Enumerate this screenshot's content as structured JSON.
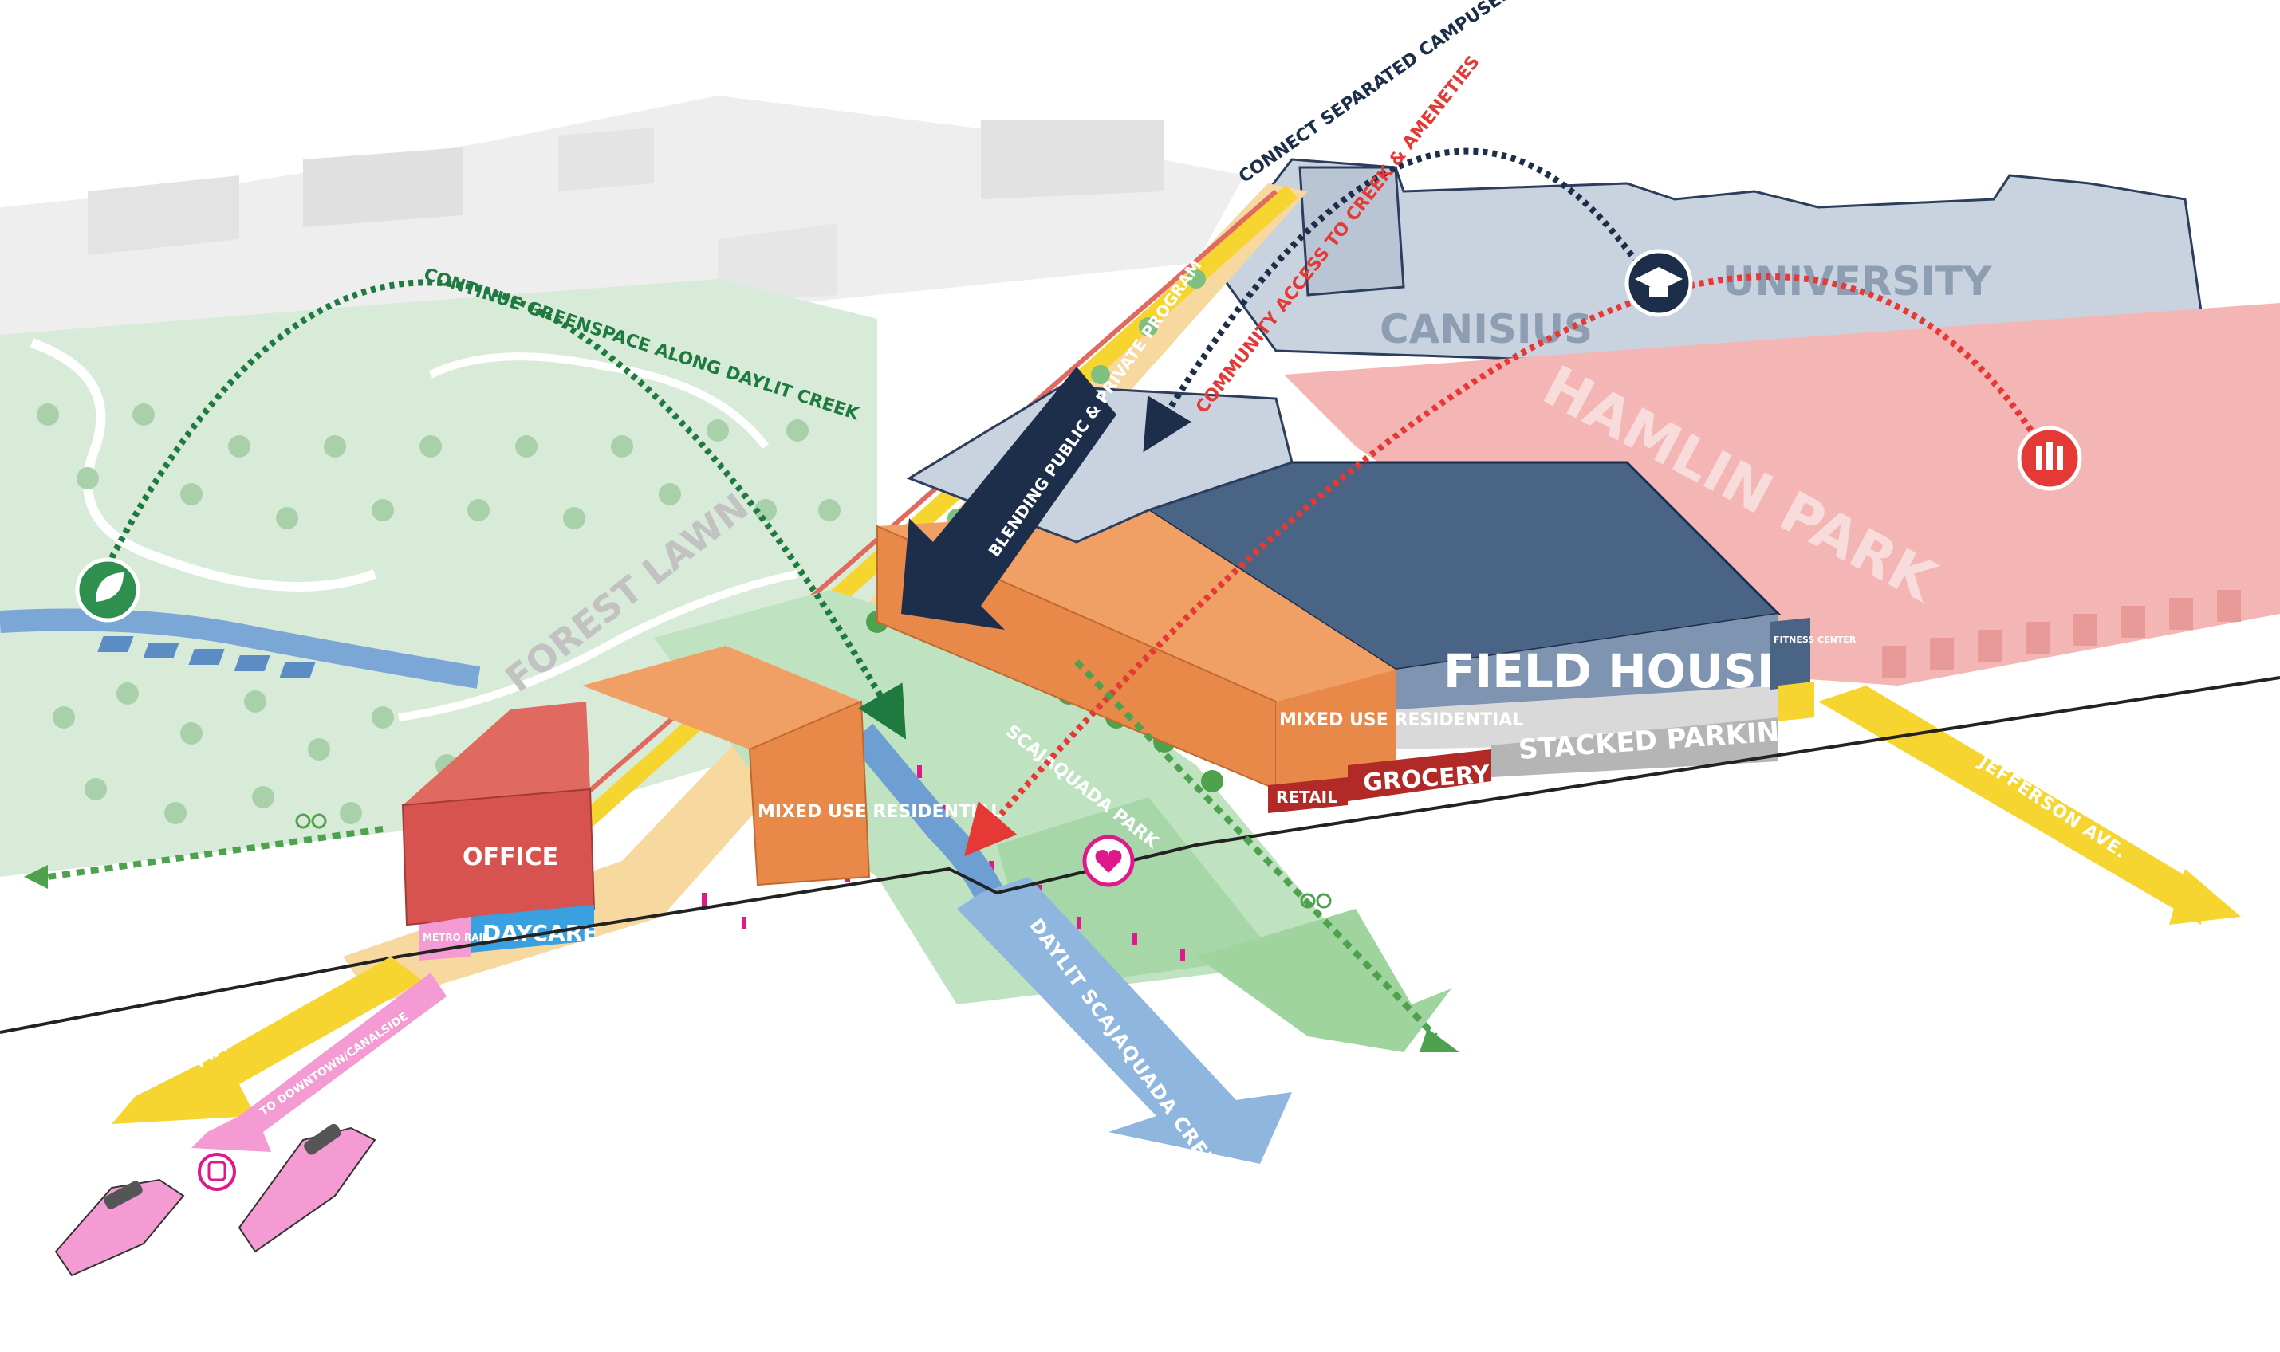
{
  "districts": {
    "forest_lawn": "FOREST LAWN",
    "canisius": "CANISIUS",
    "university": "UNIVERSITY",
    "hamlin_park": "HAMLIN PARK",
    "scajaquada_park": "SCAJAQUADA PARK"
  },
  "buildings": {
    "field_house": "FIELD HOUSE",
    "fitness_center": "FITNESS CENTER",
    "stacked_parking": "STACKED PARKING",
    "grocery": "GROCERY",
    "retail": "RETAIL",
    "mixed_use_residential": "MIXED USE RESIDENTIAL",
    "office": "OFFICE",
    "daycare": "DAYCARE",
    "metro_rail": "METRO RAIL"
  },
  "connections": {
    "greenspace": "CONTINUE GREENSPACE ALONG DAYLIT CREEK",
    "campuses": "CONNECT SEPARATED CAMPUSES",
    "community_access": "COMMUNITY ACCESS TO CREEK & AMENETIES",
    "blending": "BLENDING PUBLIC & PRIVATE PROGRAM"
  },
  "streets": {
    "main_st": "MAIN ST.",
    "to_downtown": "TO DOWNTOWN/CANALSIDE",
    "daylit_creek": "DAYLIT SCAJAQUADA CREEK",
    "jefferson": "JEFFERSON AVE."
  },
  "icons": {
    "leaf": "leaf-icon",
    "graduation_cap": "graduation-cap-icon",
    "people": "people-icon",
    "heart": "heart-icon",
    "metro": "metro-icon",
    "bike": "bike-icon"
  },
  "colors": {
    "green": "#1f7a3f",
    "navy": "#1c2e4a",
    "red": "#e53935",
    "orange": "#e8894a",
    "office_red": "#d7534f",
    "field_house": "#4a6485",
    "hamlin_pink": "#f4b6b4",
    "campus_grey": "#c9d3e0",
    "yellow": "#f7d531",
    "creek_blue": "#8fb6de",
    "pink_rail": "#f39bd2"
  }
}
